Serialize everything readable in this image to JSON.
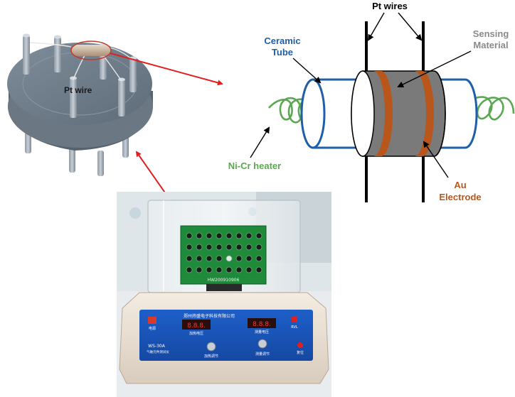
{
  "labels": {
    "pt_wires": "Pt wires",
    "ceramic_tube_line1": "Ceramic",
    "ceramic_tube_line2": "Tube",
    "sensing_material_line1": "Sensing",
    "sensing_material_line2": "Material",
    "nicr_heater": "Ni-Cr heater",
    "au_electrode_line1": "Au",
    "au_electrode_line2": "Electrode",
    "pt_wire_socket": "Pt wire"
  },
  "photo": {
    "board_code": "HW200910906",
    "instrument_brand": "郑州炜盛电子科技有限公司",
    "instrument_model": "WS-30A",
    "instrument_name": "气敏元件测试仪",
    "power_label": "电源",
    "display_left_label": "加热电压",
    "display_right_label": "测量电压",
    "knob_left_label": "加热调节",
    "knob_right_label": "测量调节",
    "indicator_label": "RVL",
    "reset_label": "复位"
  },
  "colors": {
    "ceramic_blue": "#1f5fa8",
    "sensing_grey": "#7a7a7a",
    "au_brown": "#b8561b",
    "heater_green": "#5aa852",
    "arrow_red": "#e02020",
    "label_grey": "#8a8a8a"
  }
}
